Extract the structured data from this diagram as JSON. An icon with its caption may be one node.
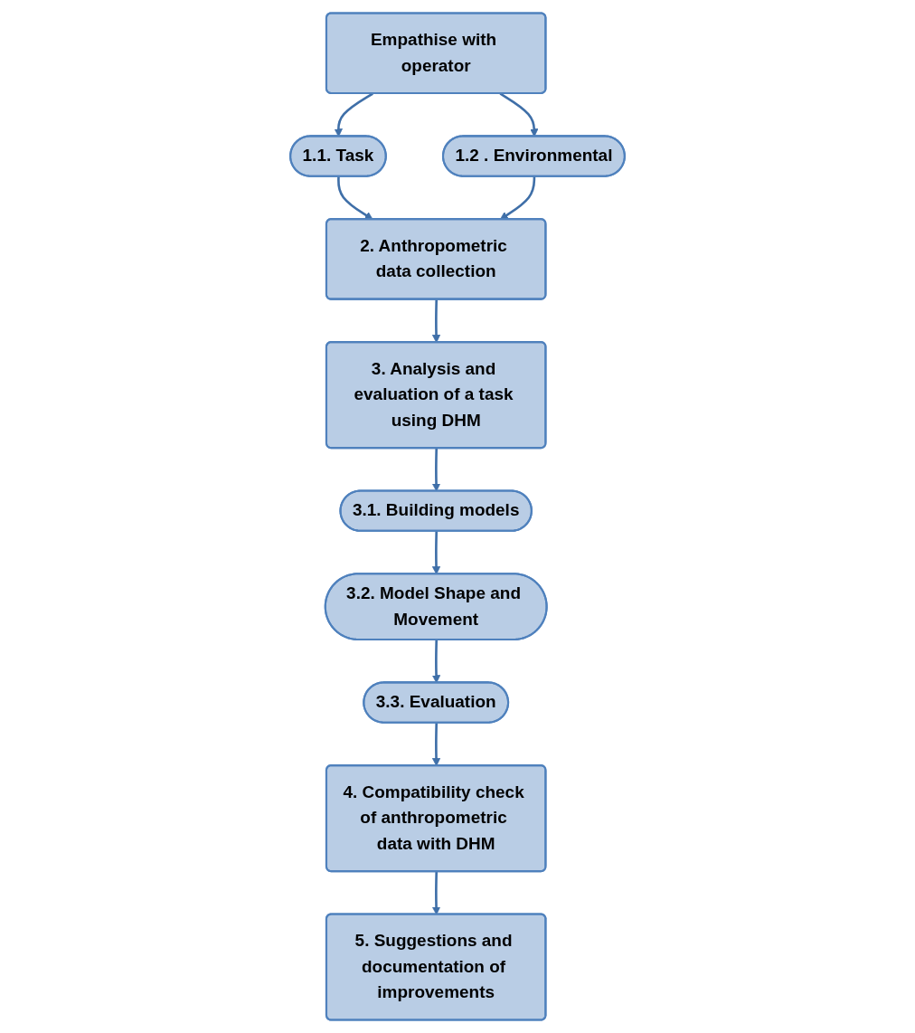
{
  "diagram": {
    "nodes": [
      {
        "text": [
          "Empathise with operator"
        ]
      },
      {
        "text": [
          "1.1. Task"
        ]
      },
      {
        "text": [
          "1.2 . Environmental"
        ]
      },
      {
        "text": [
          "2. Anthropometric data collection"
        ]
      },
      {
        "text": [
          "3. Analysis and evaluation of a task using DHM"
        ]
      },
      {
        "text": [
          "3.1. Building models"
        ]
      },
      {
        "text": [
          "3.2. Model Shape and Movement"
        ]
      },
      {
        "text": [
          "3.3. Evaluation"
        ]
      },
      {
        "text": [
          "4. Compatibility check of anthropometric data with DHM"
        ]
      },
      {
        "text": [
          "5. Suggestions and documentation of improvements"
        ]
      }
    ],
    "edges": [
      {
        "from": 0,
        "to": 1,
        "arrow": "to"
      },
      {
        "from": 0,
        "to": 2,
        "arrow": "to"
      },
      {
        "from": 1,
        "to": 3,
        "arrow": "to"
      },
      {
        "from": 2,
        "to": 3,
        "arrow": "to"
      },
      {
        "from": 3,
        "to": 4,
        "arrow": "to"
      },
      {
        "from": 4,
        "to": 5,
        "arrow": "to"
      },
      {
        "from": 5,
        "to": 6,
        "arrow": "to"
      },
      {
        "from": 6,
        "to": 7,
        "arrow": "to"
      },
      {
        "from": 7,
        "to": 8,
        "arrow": "to"
      },
      {
        "from": 8,
        "to": 9,
        "arrow": "to"
      }
    ]
  }
}
